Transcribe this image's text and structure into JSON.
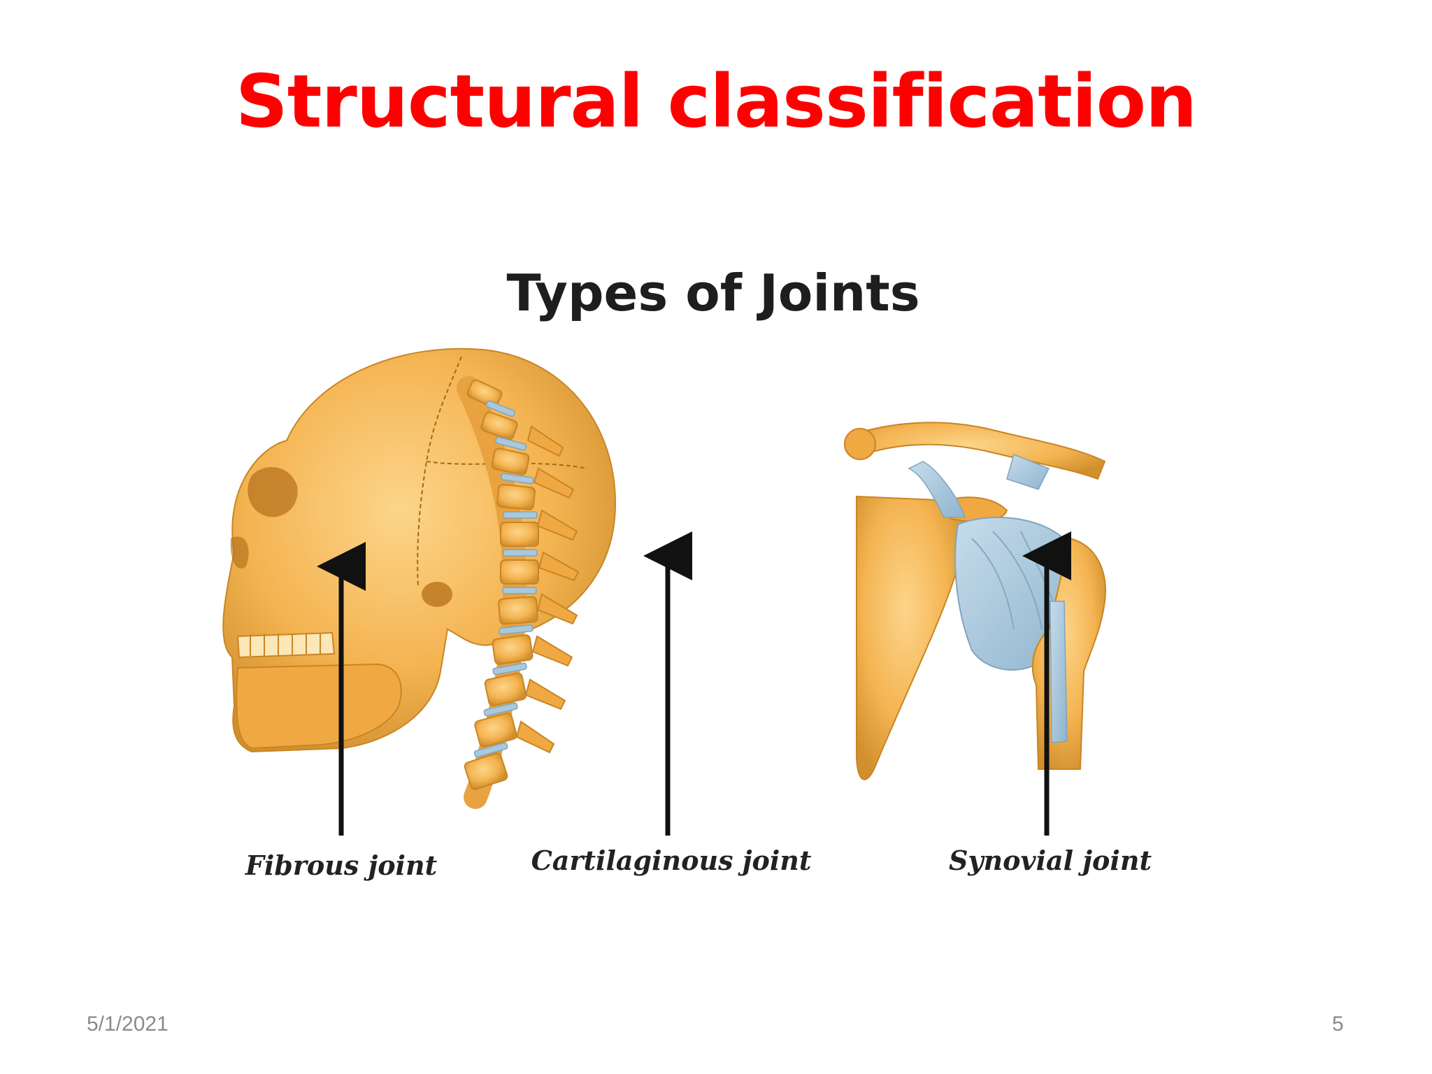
{
  "slide": {
    "title": "Structural classification",
    "date": "5/1/2021",
    "page_number": "5"
  },
  "figure": {
    "title": "Types of Joints",
    "labels": {
      "fibrous": "Fibrous joint",
      "cartilaginous": "Cartilaginous joint",
      "synovial": "Synovial joint"
    }
  },
  "colors": {
    "title": "#ff0000",
    "bone": "#f4b452",
    "bone_dark": "#c98524",
    "ligament": "#a9c8dc"
  }
}
